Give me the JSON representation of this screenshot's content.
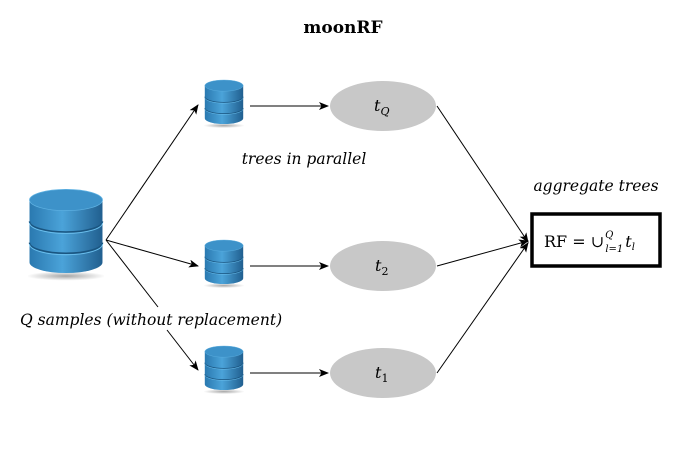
{
  "title": "moonRF",
  "labels": {
    "trees_in_parallel": "trees in parallel",
    "aggregate_trees": "aggregate trees",
    "samples_Q": "Q",
    "samples_rest": " samples (without replacement)"
  },
  "trees": [
    {
      "base": "t",
      "sub": "Q"
    },
    {
      "base": "t",
      "sub": "2"
    },
    {
      "base": "t",
      "sub": "1"
    }
  ],
  "output": {
    "rf": "RF = ∪",
    "sup": "Q",
    "sub": "l=1",
    "t": "t",
    "t_sub": "l"
  },
  "colors": {
    "db_blue": "#3a8fc4",
    "db_dark": "#1f5f8c",
    "ellipse_fill": "#c8c8c8",
    "box_border": "#000000"
  },
  "icons": {
    "main_dataset": "database-icon",
    "sample_dataset": "database-icon"
  }
}
